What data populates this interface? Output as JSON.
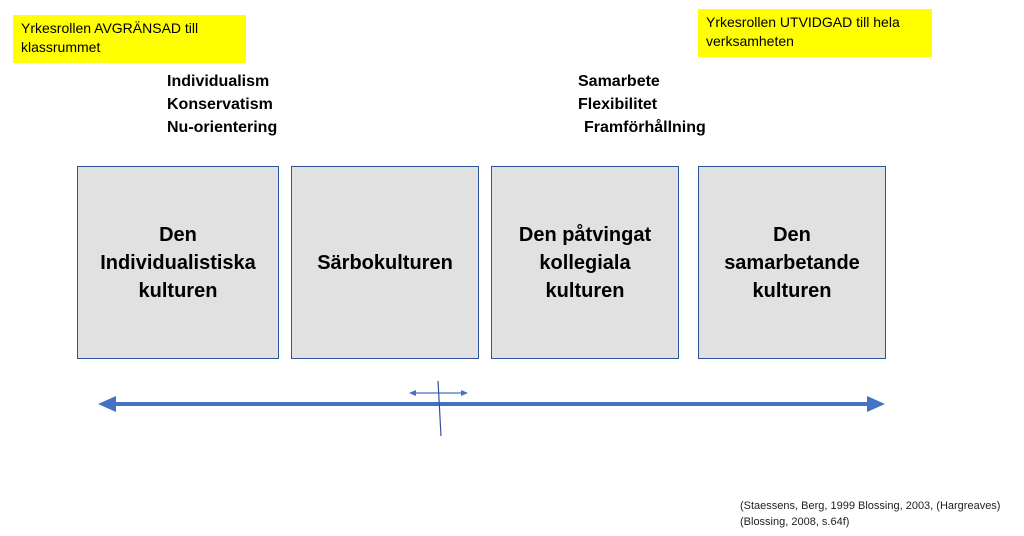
{
  "notes": {
    "left": "Yrkesrollen AVGRÄNSAD till\nklassrummet",
    "right": "Yrkesrollen UTVIDGAD till hela\nverksamheten"
  },
  "traits": {
    "left": [
      "Individualism",
      "Konservatism",
      "Nu-orientering"
    ],
    "right": [
      "Samarbete",
      "Flexibilitet",
      "Framförhållning"
    ]
  },
  "cultures": [
    {
      "label": "Den\nIndividualistiska\nkulturen"
    },
    {
      "label": "Särbokulturen"
    },
    {
      "label": "Den påtvingat\nkollegiala\nkulturen"
    },
    {
      "label": "Den\nsamarbetande\nkulturen"
    }
  ],
  "citation": {
    "line1": "(Staessens, Berg, 1999 Blossing, 2003, (Hargreaves)",
    "line2": "(Blossing, 2008, s.64f)"
  },
  "colors": {
    "note_bg": "#ffff00",
    "box_fill": "#e1e1e1",
    "box_border": "#2f5597",
    "arrow": "#4472c4"
  }
}
